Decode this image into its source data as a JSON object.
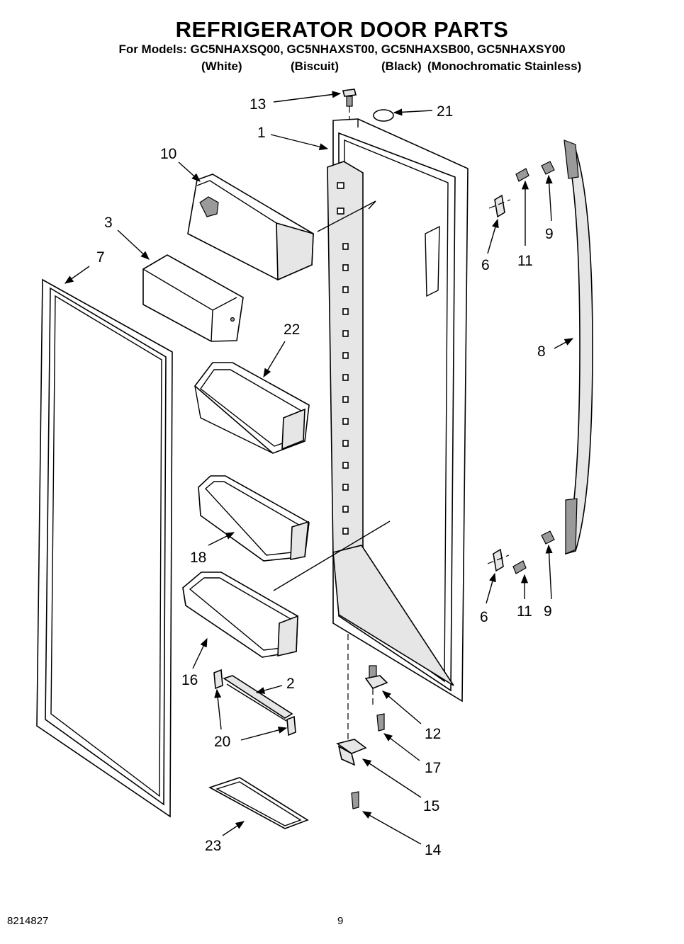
{
  "header": {
    "title": "REFRIGERATOR DOOR PARTS",
    "models_line": "For Models: GC5NHAXSQ00, GC5NHAXST00, GC5NHAXSB00, GC5NHAXSY00",
    "color_white": "(White)",
    "color_biscuit": "(Biscuit)",
    "color_black": "(Black)",
    "color_stainless": "(Monochromatic Stainless)"
  },
  "callouts": {
    "c13": "13",
    "c21": "21",
    "c1": "1",
    "c10": "10",
    "c3": "3",
    "c7": "7",
    "c22": "22",
    "c6a": "6",
    "c11a": "11",
    "c9a": "9",
    "c8": "8",
    "c18": "18",
    "c16": "16",
    "c2": "2",
    "c20": "20",
    "c12": "12",
    "c17": "17",
    "c15": "15",
    "c14": "14",
    "c23": "23",
    "c6b": "6",
    "c11b": "11",
    "c9b": "9"
  },
  "footer": {
    "doc_number": "8214827",
    "page_number": "9"
  }
}
